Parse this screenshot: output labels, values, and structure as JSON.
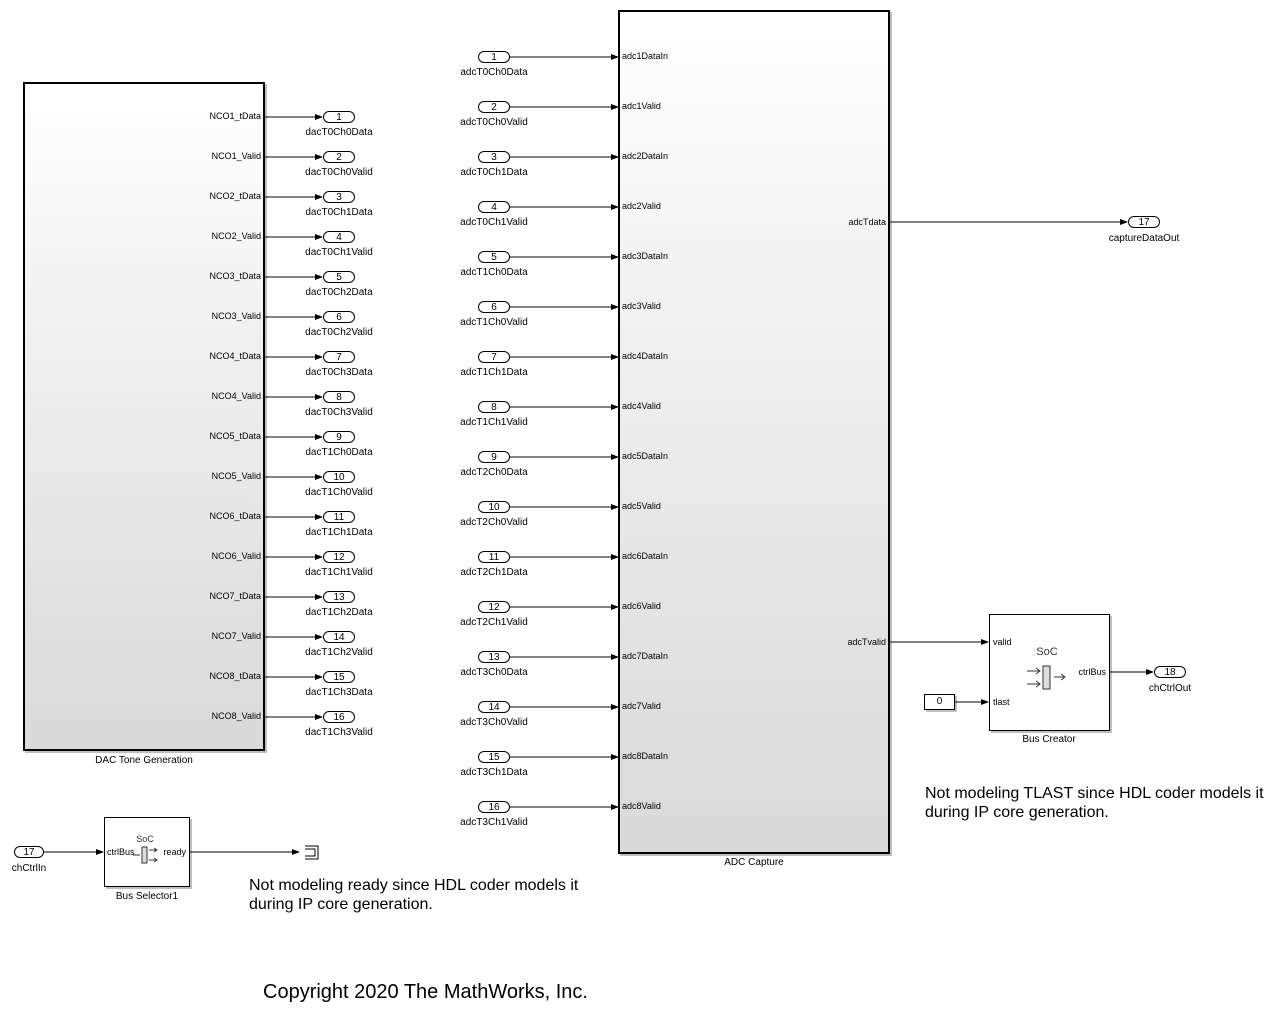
{
  "dac_block": {
    "name": "DAC Tone Generation",
    "outputs": [
      "NCO1_tData",
      "NCO1_Valid",
      "NCO2_tData",
      "NCO2_Valid",
      "NCO3_tData",
      "NCO3_Valid",
      "NCO4_tData",
      "NCO4_Valid",
      "NCO5_tData",
      "NCO5_Valid",
      "NCO6_tData",
      "NCO6_Valid",
      "NCO7_tData",
      "NCO7_Valid",
      "NCO8_tData",
      "NCO8_Valid"
    ]
  },
  "dac_outports": [
    {
      "num": "1",
      "name": "dacT0Ch0Data"
    },
    {
      "num": "2",
      "name": "dacT0Ch0Valid"
    },
    {
      "num": "3",
      "name": "dacT0Ch1Data"
    },
    {
      "num": "4",
      "name": "dacT0Ch1Valid"
    },
    {
      "num": "5",
      "name": "dacT0Ch2Data"
    },
    {
      "num": "6",
      "name": "dacT0Ch2Valid"
    },
    {
      "num": "7",
      "name": "dacT0Ch3Data"
    },
    {
      "num": "8",
      "name": "dacT0Ch3Valid"
    },
    {
      "num": "9",
      "name": "dacT1Ch0Data"
    },
    {
      "num": "10",
      "name": "dacT1Ch0Valid"
    },
    {
      "num": "11",
      "name": "dacT1Ch1Data"
    },
    {
      "num": "12",
      "name": "dacT1Ch1Valid"
    },
    {
      "num": "13",
      "name": "dacT1Ch2Data"
    },
    {
      "num": "14",
      "name": "dacT1Ch2Valid"
    },
    {
      "num": "15",
      "name": "dacT1Ch3Data"
    },
    {
      "num": "16",
      "name": "dacT1Ch3Valid"
    }
  ],
  "adc_inports": [
    {
      "num": "1",
      "name": "adcT0Ch0Data"
    },
    {
      "num": "2",
      "name": "adcT0Ch0Valid"
    },
    {
      "num": "3",
      "name": "adcT0Ch1Data"
    },
    {
      "num": "4",
      "name": "adcT0Ch1Valid"
    },
    {
      "num": "5",
      "name": "adcT1Ch0Data"
    },
    {
      "num": "6",
      "name": "adcT1Ch0Valid"
    },
    {
      "num": "7",
      "name": "adcT1Ch1Data"
    },
    {
      "num": "8",
      "name": "adcT1Ch1Valid"
    },
    {
      "num": "9",
      "name": "adcT2Ch0Data"
    },
    {
      "num": "10",
      "name": "adcT2Ch0Valid"
    },
    {
      "num": "11",
      "name": "adcT2Ch1Data"
    },
    {
      "num": "12",
      "name": "adcT2Ch1Valid"
    },
    {
      "num": "13",
      "name": "adcT3Ch0Data"
    },
    {
      "num": "14",
      "name": "adcT3Ch0Valid"
    },
    {
      "num": "15",
      "name": "adcT3Ch1Data"
    },
    {
      "num": "16",
      "name": "adcT3Ch1Valid"
    }
  ],
  "adc_block": {
    "name": "ADC Capture",
    "inputs": [
      "adc1DataIn",
      "adc1Valid",
      "adc2DataIn",
      "adc2Valid",
      "adc3DataIn",
      "adc3Valid",
      "adc4DataIn",
      "adc4Valid",
      "adc5DataIn",
      "adc5Valid",
      "adc6DataIn",
      "adc6Valid",
      "adc7DataIn",
      "adc7Valid",
      "adc8DataIn",
      "adc8Valid"
    ],
    "out_tdata": "adcTdata",
    "out_tvalid": "adcTvalid"
  },
  "capture_out": {
    "num": "17",
    "name": "captureDataOut"
  },
  "bus_creator": {
    "name": "Bus Creator",
    "in1": "valid",
    "in2": "tlast",
    "out": "ctrlBus",
    "icon_text": "SoC"
  },
  "constant": {
    "value": "0"
  },
  "ch_ctrl_out": {
    "num": "18",
    "name": "chCtrlOut"
  },
  "ch_ctrl_in": {
    "num": "17",
    "name": "chCtrlIn"
  },
  "bus_selector": {
    "name": "Bus Selector1",
    "in": "ctrlBus",
    "out": "ready",
    "icon_text": "SoC"
  },
  "notes": {
    "tlast_line1": "Not modeling TLAST since HDL coder models it",
    "tlast_line2": "during IP core generation.",
    "ready_line1": "Not modeling ready since HDL coder models it",
    "ready_line2": "during IP core generation."
  },
  "copyright": "Copyright 2020 The MathWorks, Inc."
}
